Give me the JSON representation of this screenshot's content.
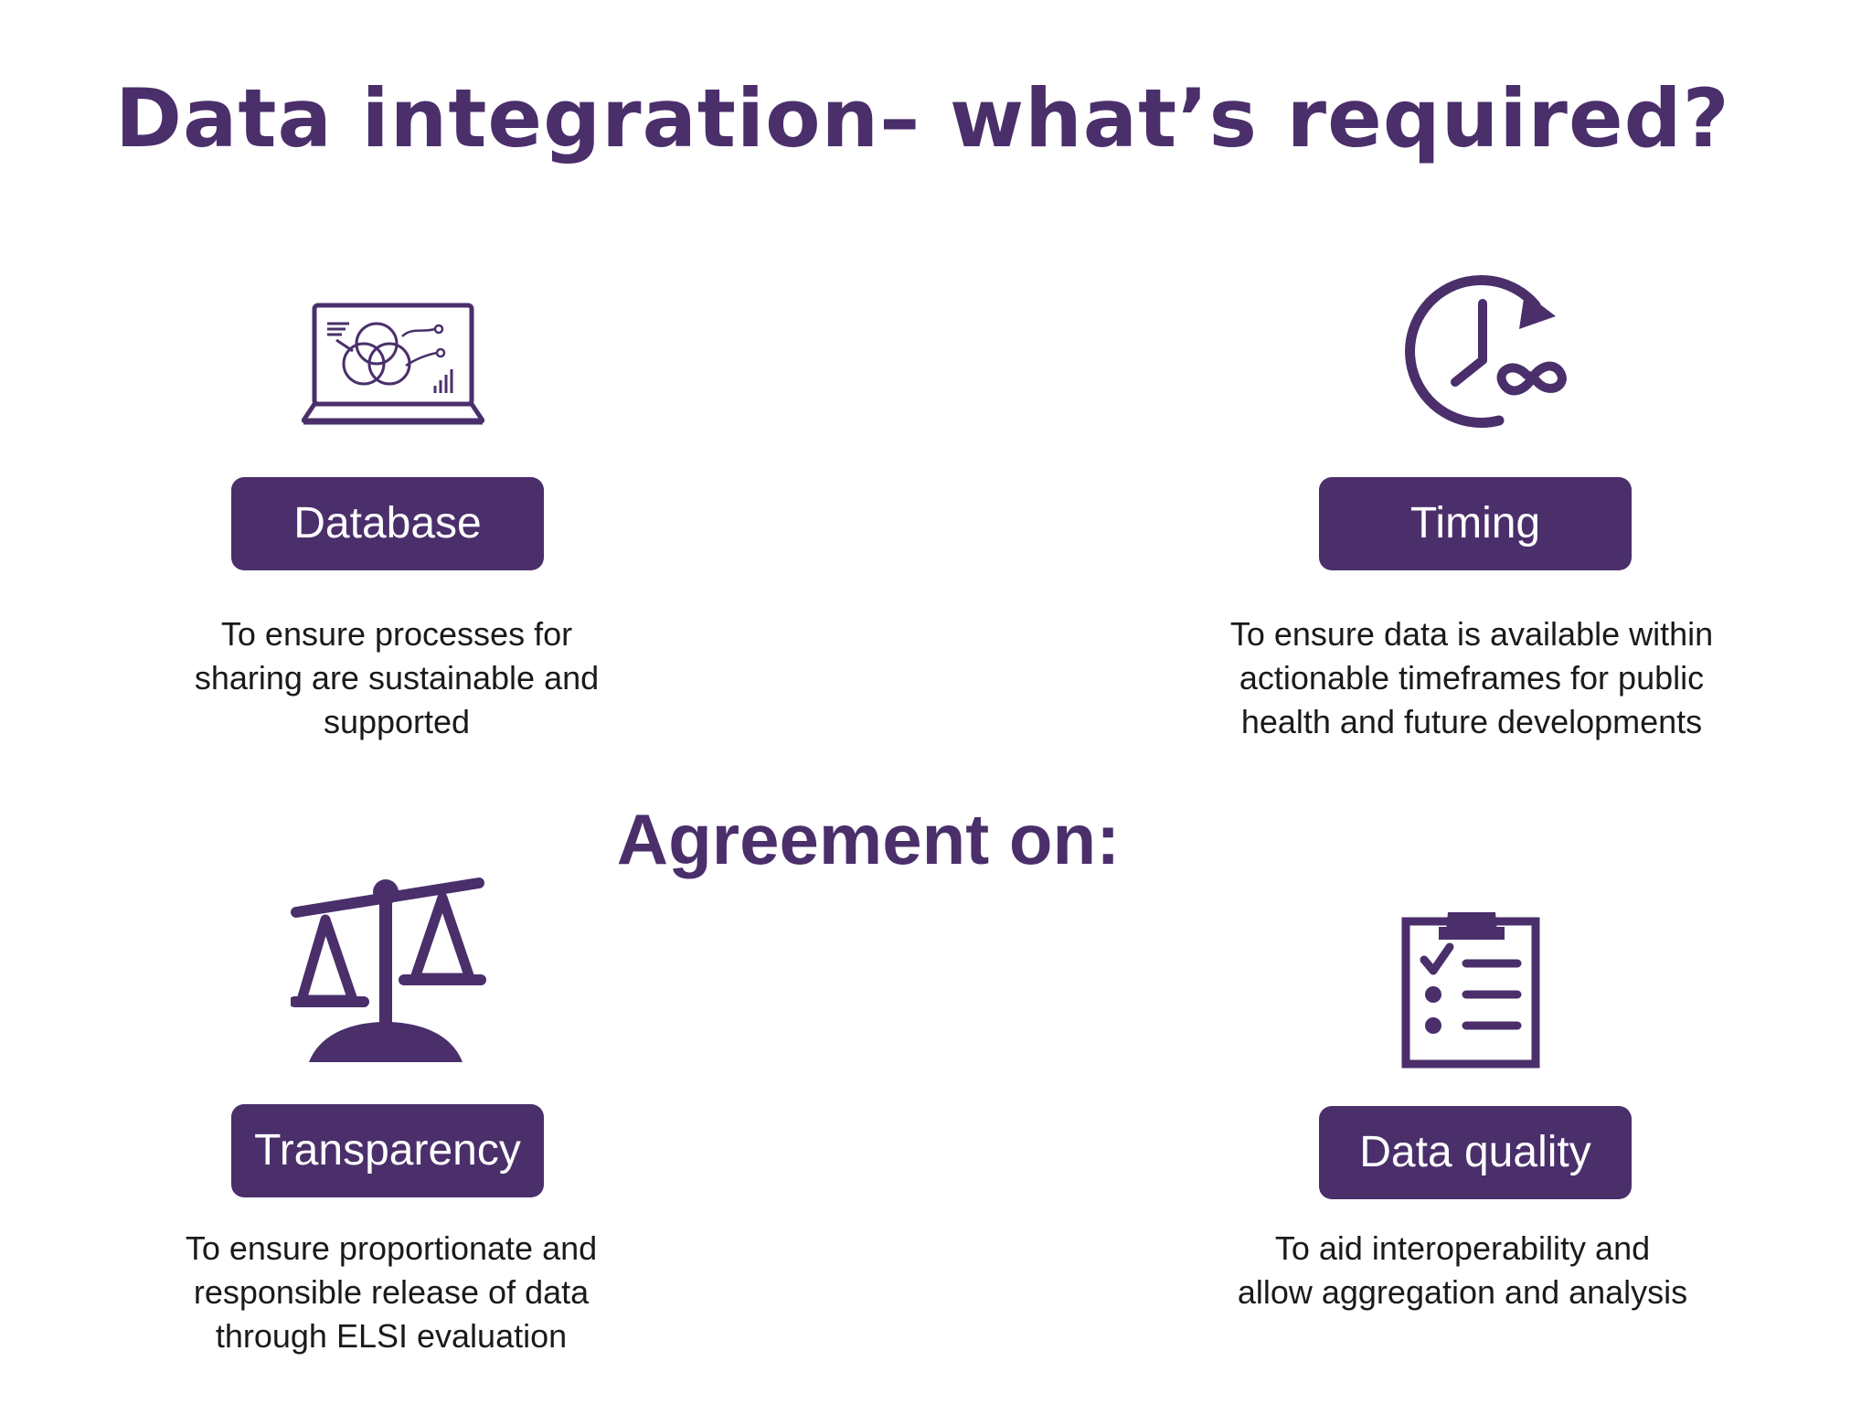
{
  "title": "Data integration– what’s required?",
  "center_heading": "Agreement on:",
  "colors": {
    "accent": "#4a2f6b",
    "pill_text": "#ffffff",
    "body_text": "#1a1a1a",
    "background": "#ffffff"
  },
  "cards": [
    {
      "icon": "laptop-venn-diagram-icon",
      "label": "Database",
      "description_lines": [
        "To ensure processes for",
        "sharing are sustainable and",
        "supported"
      ]
    },
    {
      "icon": "clock-infinity-icon",
      "label": "Timing",
      "description_lines": [
        "To ensure data is available within",
        "actionable timeframes for public",
        "health and future developments"
      ]
    },
    {
      "icon": "balance-scale-icon",
      "label": "Transparency",
      "description_lines": [
        "To ensure proportionate and",
        "responsible release of data",
        "through ELSI evaluation"
      ]
    },
    {
      "icon": "clipboard-checklist-icon",
      "label": "Data quality",
      "description_lines": [
        "To aid interoperability and",
        "allow aggregation and analysis"
      ]
    }
  ]
}
